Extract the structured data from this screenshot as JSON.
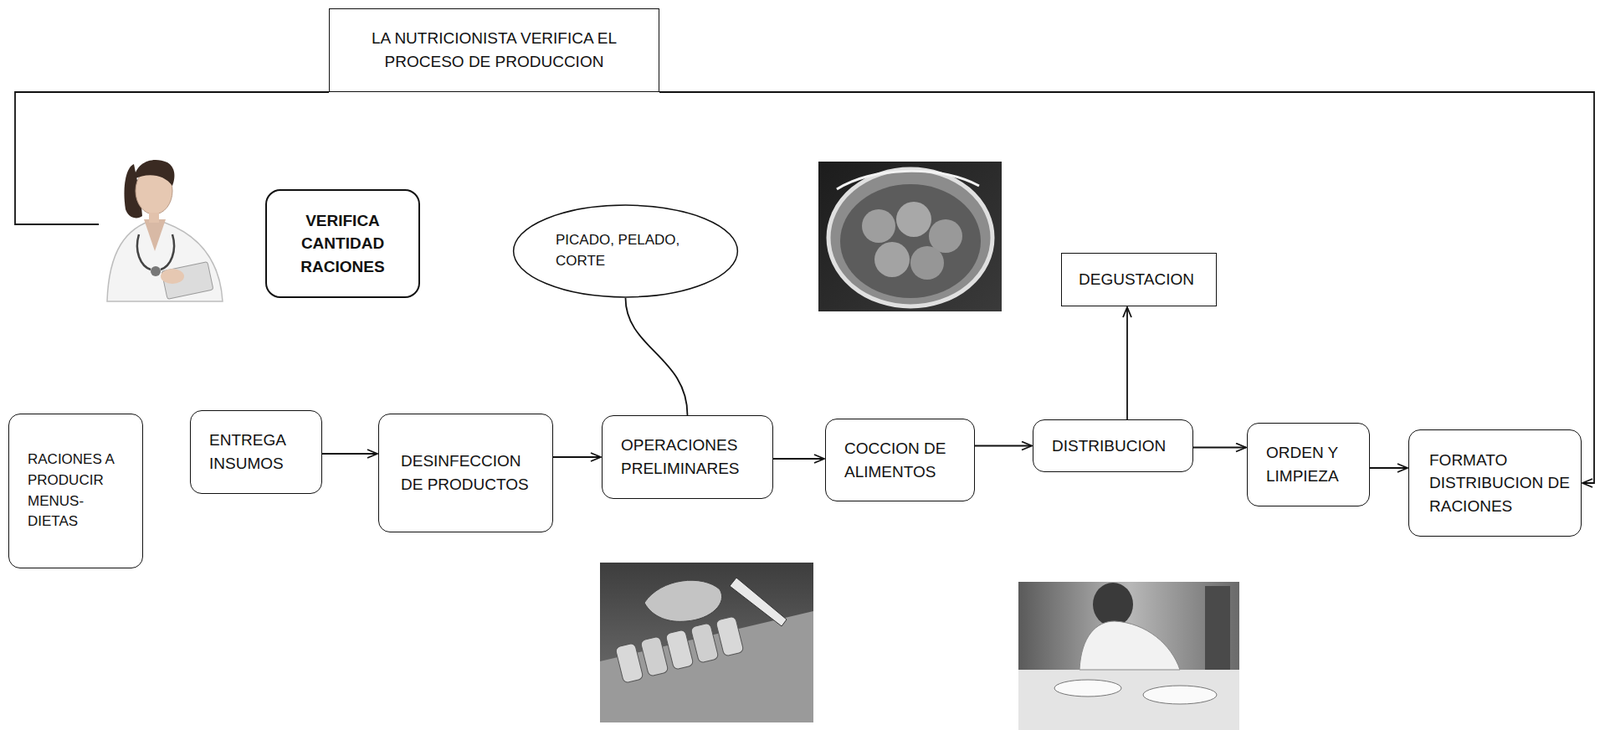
{
  "diagram": {
    "nodes": [
      {
        "text": [
          "LA NUTRICIONISTA VERIFICA EL PROCESO DE PRODUCCION"
        ]
      },
      {
        "text": [
          "VERIFICA CANTIDAD RACIONES"
        ]
      },
      {
        "text": [
          "PICADO, PELADO, CORTE"
        ]
      },
      {
        "text": [
          "DEGUSTACION"
        ]
      },
      {
        "text": [
          "RACIONES A PRODUCIR MENUS- DIETAS"
        ]
      },
      {
        "text": [
          "ENTREGA INSUMOS"
        ]
      },
      {
        "text": [
          "DESINFECCION DE PRODUCTOS"
        ]
      },
      {
        "text": [
          "OPERACIONES PRELIMINARES"
        ]
      },
      {
        "text": [
          "COCCION DE ALIMENTOS"
        ]
      },
      {
        "text": [
          "DISTRIBUCION"
        ]
      },
      {
        "text": [
          "ORDEN Y LIMPIEZA"
        ]
      },
      {
        "text": [
          "FORMATO DISTRIBUCION DE RACIONES"
        ]
      }
    ],
    "edges": [
      {
        "from": 5,
        "to": 6,
        "arrow": "to"
      },
      {
        "from": 6,
        "to": 7,
        "arrow": "to"
      },
      {
        "from": 7,
        "to": 8,
        "arrow": "to"
      },
      {
        "from": 8,
        "to": 9,
        "arrow": "to"
      },
      {
        "from": 9,
        "to": 10,
        "arrow": "to"
      },
      {
        "from": 10,
        "to": 11,
        "arrow": "to"
      },
      {
        "from": 9,
        "to": 3,
        "arrow": "to"
      },
      {
        "from": 7,
        "to": 2,
        "arrow": "none"
      },
      {
        "from": 0,
        "to": 11,
        "arrow": "to"
      }
    ]
  }
}
